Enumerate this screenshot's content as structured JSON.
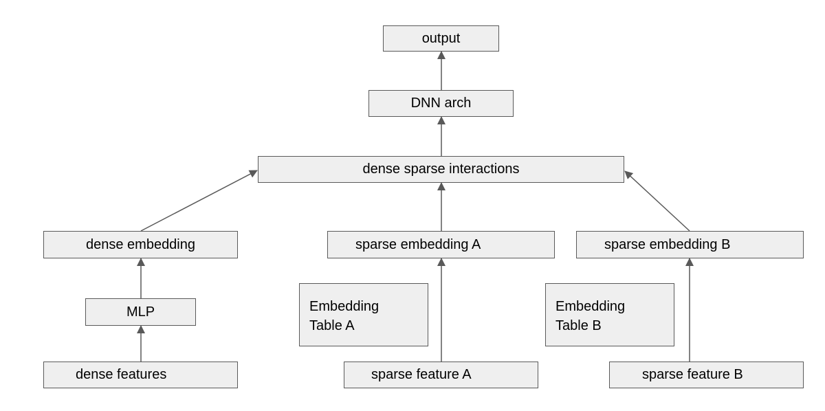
{
  "nodes": {
    "output": "output",
    "dnn_arch": "DNN arch",
    "interactions": "dense sparse interactions",
    "dense_embedding": "dense embedding",
    "sparse_embedding_a": "sparse embedding A",
    "sparse_embedding_b": "sparse embedding B",
    "mlp": "MLP",
    "embedding_table_a": [
      "Embedding",
      "Table A"
    ],
    "embedding_table_b": [
      "Embedding",
      "Table B"
    ],
    "dense_features": "dense features",
    "sparse_feature_a": "sparse feature A",
    "sparse_feature_b": "sparse feature B"
  },
  "colors": {
    "box_fill": "#efefef",
    "box_border": "#595959",
    "arrow": "#595959",
    "text": "#000000"
  }
}
